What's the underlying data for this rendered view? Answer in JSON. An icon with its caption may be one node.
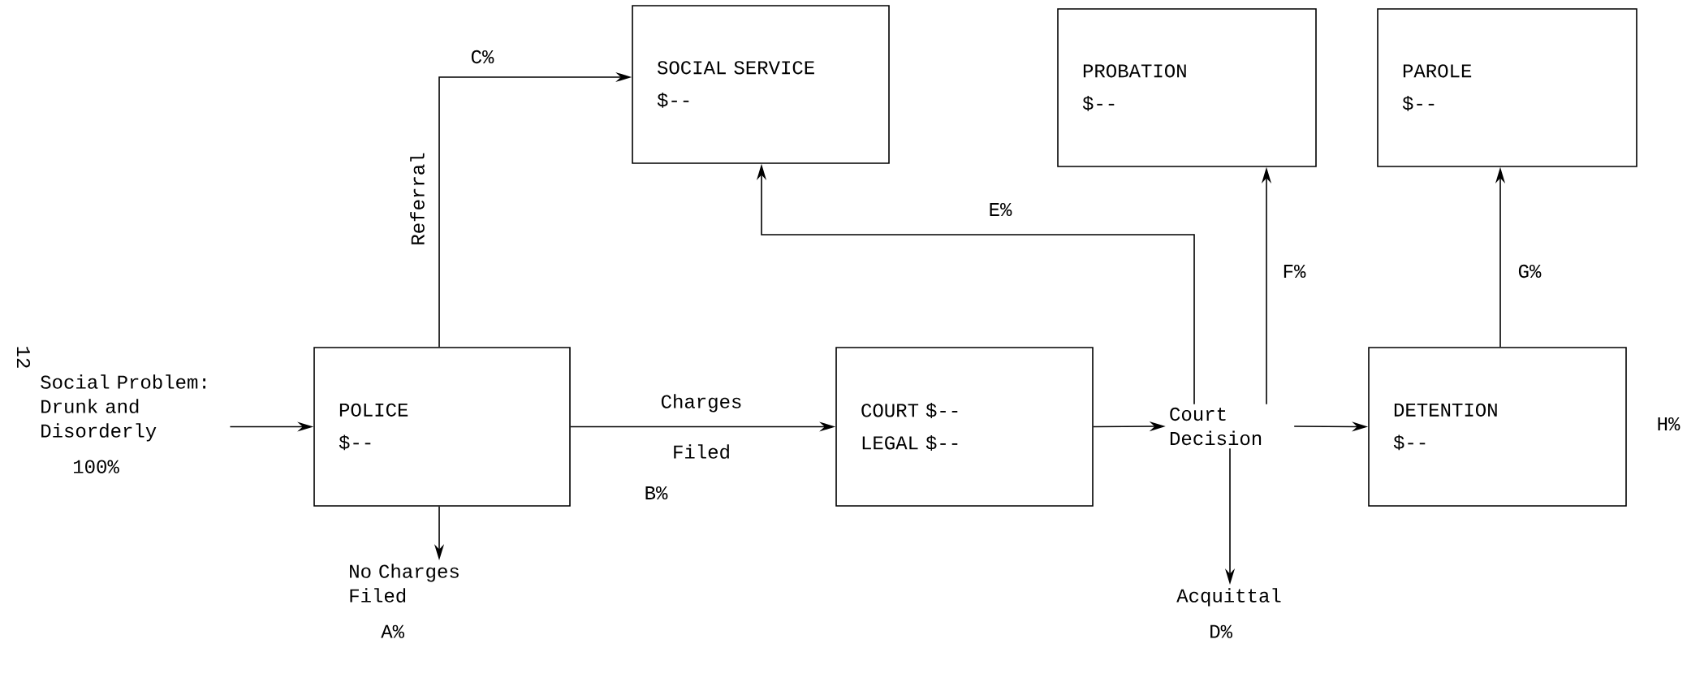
{
  "diagram": {
    "nodes": [
      {
        "text": [
          "Social Problem: Drunk and Disorderly",
          "100%"
        ]
      },
      {
        "text": [
          "POLICE",
          "$--"
        ]
      },
      {
        "text": [
          "SOCIAL SERVICE",
          "$--"
        ]
      },
      {
        "text": [
          "PROBATION",
          "$--"
        ]
      },
      {
        "text": [
          "PAROLE",
          "$--"
        ]
      },
      {
        "text": [
          "COURT $--",
          "LEGAL $--"
        ]
      },
      {
        "text": [
          "Court Decision"
        ]
      },
      {
        "text": [
          "DETENTION",
          "$--"
        ],
        "beside": [
          "H%"
        ]
      },
      {
        "text": [
          "No Charges Filed",
          "A%"
        ]
      },
      {
        "text": [
          "Acquittal",
          "D%"
        ]
      }
    ],
    "edges": [
      {
        "from": 0,
        "to": 1,
        "arrow": "to"
      },
      {
        "from": 1,
        "to": 2,
        "arrow": "to",
        "label": "Referral"
      },
      {
        "from": 1,
        "to": 5,
        "arrow": "to",
        "label": "Charges Filed"
      },
      {
        "from": 1,
        "to": 8,
        "arrow": "to"
      },
      {
        "from": 5,
        "to": 6,
        "arrow": "to"
      },
      {
        "from": 6,
        "to": 2,
        "arrow": "to",
        "label": "E%"
      },
      {
        "from": 6,
        "to": 3,
        "arrow": "to",
        "label": "F%"
      },
      {
        "from": 6,
        "to": 9,
        "arrow": "to"
      },
      {
        "from": 6,
        "to": 7,
        "arrow": "to"
      },
      {
        "from": 7,
        "to": 4,
        "arrow": "to",
        "label": "G%"
      }
    ],
    "labels": [
      "12",
      "C%",
      "B%"
    ]
  }
}
